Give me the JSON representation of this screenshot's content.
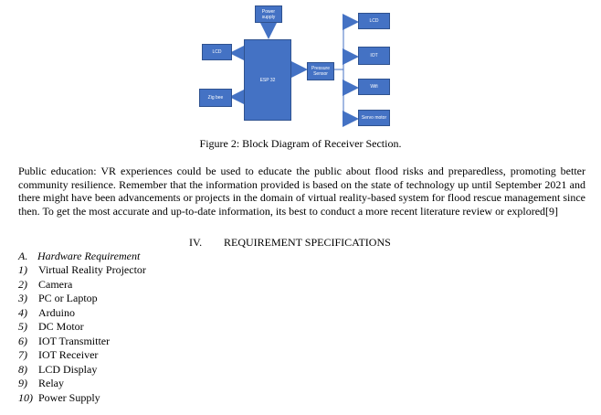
{
  "diagram": {
    "power_supply": "Power supply",
    "lcd_left": "LCD",
    "zigbee": "Zig bee",
    "esp32": "ESP 32",
    "pressure_sensor": "Pressure Sensor",
    "lcd_right": "LCD",
    "iot": "IOT",
    "wifi": "Wifi",
    "servo_motor": "Servo motor"
  },
  "caption": "Figure 2: Block Diagram of Receiver Section.",
  "paragraph": "Public education: VR experiences could be used to educate the public about flood risks and preparedless, promoting better community resilience. Remember that the information provided is based on the state of technology up until September 2021 and there might have been advancements or projects in the domain of virtual reality-based system for flood rescue management since then. To get the most accurate and up-to-date information, its best to conduct a more recent literature review or explored[9]",
  "section": {
    "number": "IV.",
    "title": "REQUIREMENT SPECIFICATIONS"
  },
  "subsection": {
    "label": "A.",
    "title": "Hardware Requirement"
  },
  "requirements": [
    {
      "num": "1)",
      "text": "Virtual Reality Projector"
    },
    {
      "num": "2)",
      "text": "Camera"
    },
    {
      "num": "3)",
      "text": "PC or Laptop"
    },
    {
      "num": "4)",
      "text": "Arduino"
    },
    {
      "num": "5)",
      "text": "DC Motor"
    },
    {
      "num": "6)",
      "text": "IOT Transmitter"
    },
    {
      "num": "7)",
      "text": "IOT Receiver"
    },
    {
      "num": "8)",
      "text": "LCD Display"
    },
    {
      "num": "9)",
      "text": "Relay"
    },
    {
      "num": "10)",
      "text": "Power Supply"
    }
  ]
}
